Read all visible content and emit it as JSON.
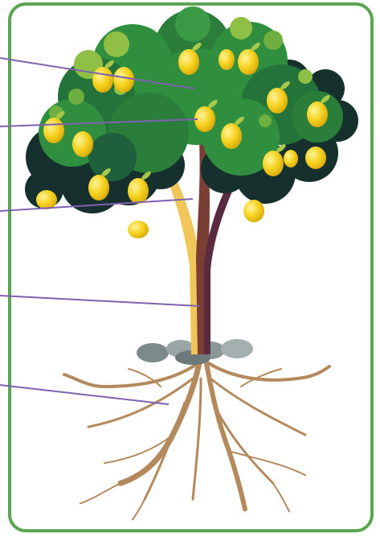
{
  "diagram": {
    "subject": "lemon tree",
    "parts": [
      "leaves",
      "fruit",
      "branch",
      "trunk",
      "roots"
    ],
    "colors": {
      "frame": "#5aa551",
      "leaf_light": "#2f8f3e",
      "leaf_dark": "#16302d",
      "lemon": "#f6d21e",
      "bark": "#7b3e34",
      "roots": "#b48a5c",
      "pointer": "#8062b0"
    }
  }
}
